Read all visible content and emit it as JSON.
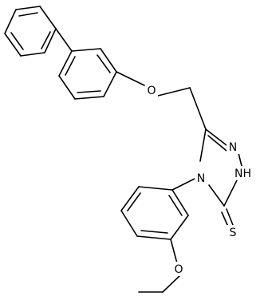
{
  "atoms": {
    "o_ether_top": "O",
    "n_ring_upper": "N",
    "nh_ring": "NH",
    "n_ring_lower": "N",
    "s_thione": "S",
    "o_ether_bottom": "O"
  },
  "colors": {
    "bond": "#000000",
    "label": "#000000",
    "background": "#ffffff"
  }
}
